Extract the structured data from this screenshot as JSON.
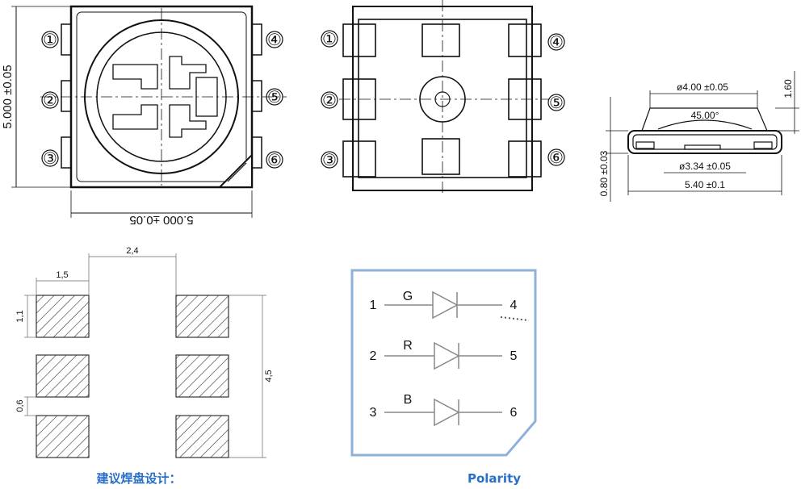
{
  "top_view": {
    "pins": [
      "①",
      "②",
      "③",
      "④",
      "⑤",
      "⑥"
    ],
    "width_dim": "5.000 ±0.05",
    "height_dim": "5.000 ±0.05"
  },
  "bottom_view": {
    "pins": [
      "①",
      "②",
      "③",
      "④",
      "⑤",
      "⑥"
    ]
  },
  "side_view": {
    "lens_dia": "ø4.00 ±0.05",
    "angle": "45.00°",
    "inner_dia": "ø3.34 ±0.05",
    "body_width": "5.40 ±0.1",
    "height_dim": "0.80 ±0.03",
    "top_dim": "1.60"
  },
  "pad_layout": {
    "pitch": "2,4",
    "pad_width": "1,5",
    "pad_height": "1,1",
    "total_height": "4,5",
    "gap": "0,6",
    "caption": "建议焊盘设计："
  },
  "polarity": {
    "rows": [
      {
        "left": "1",
        "color": "G",
        "right": "4"
      },
      {
        "left": "2",
        "color": "R",
        "right": "5"
      },
      {
        "left": "3",
        "color": "B",
        "right": "6"
      }
    ],
    "caption": "Polarity",
    "frame_color": "#8fb0d8"
  }
}
